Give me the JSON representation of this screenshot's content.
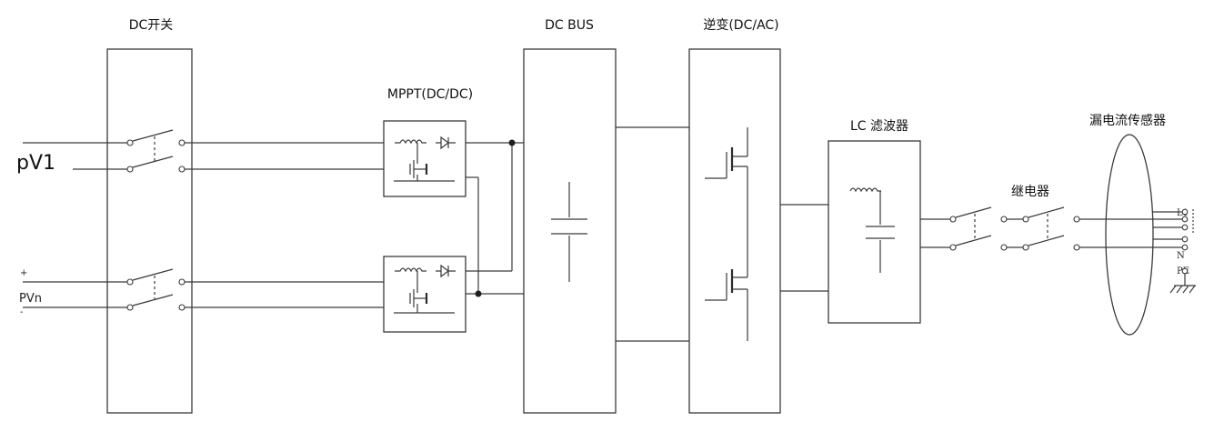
{
  "labels": {
    "dc_switch": "DC开关",
    "dc_bus": "DC BUS",
    "inverter": "逆变(DC/AC)",
    "mppt": "MPPT(DC/DC)",
    "lc_filter": "LC 滤波器",
    "leakage_sensor": "漏电流传感器",
    "relay": "继电器",
    "pv1": "pV1",
    "pvn": "PVn",
    "l1": "L1",
    "n": "N",
    "pe": "PE"
  }
}
